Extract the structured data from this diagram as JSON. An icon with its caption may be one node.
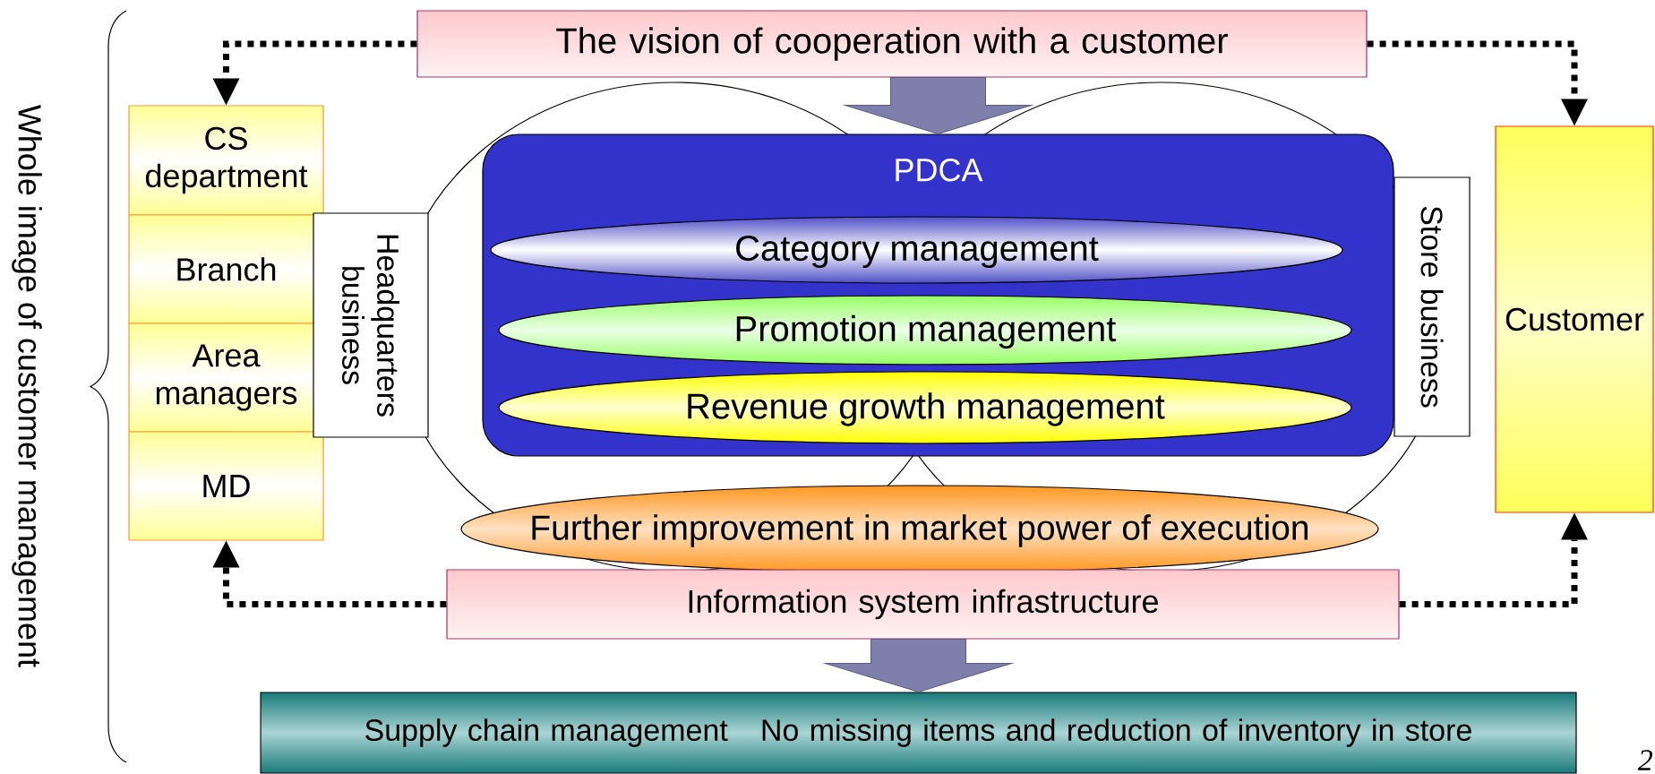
{
  "diagram": {
    "nodes": [
      {
        "text": [
          "The vision of cooperation with a customer"
        ]
      },
      {
        "text": [
          "CS department"
        ]
      },
      {
        "text": [
          "Branch"
        ]
      },
      {
        "text": [
          "Area managers"
        ]
      },
      {
        "text": [
          "MD"
        ]
      },
      {
        "text": [
          "Headquarters business"
        ]
      },
      {
        "text": [
          "PDCA"
        ]
      },
      {
        "text": [
          "Category management"
        ],
        "in": 6
      },
      {
        "text": [
          "Promotion management"
        ],
        "in": 6
      },
      {
        "text": [
          "Revenue growth management"
        ],
        "in": 6
      },
      {
        "text": [
          "Store business"
        ]
      },
      {
        "text": [
          "Customer"
        ]
      },
      {
        "text": [
          "Further improvement in market power of execution"
        ]
      },
      {
        "text": [
          "Information system infrastructure"
        ]
      },
      {
        "text": [
          "Supply chain management",
          "No missing items and reduction of inventory in store"
        ]
      }
    ],
    "edges": [
      {
        "from": 0,
        "to": 1,
        "arrow": "to",
        "style": "dashed"
      },
      {
        "from": 0,
        "to": 11,
        "arrow": "to",
        "style": "dashed"
      },
      {
        "from": 13,
        "to": 4,
        "arrow": "to",
        "style": "dashed"
      },
      {
        "from": 13,
        "to": 11,
        "arrow": "to",
        "style": "dashed"
      },
      {
        "from": 0,
        "to": 6,
        "arrow": "to",
        "style": "thick",
        "color": "#7f7fab"
      },
      {
        "from": 13,
        "to": 14,
        "arrow": "to",
        "style": "thick",
        "color": "#7f7fab"
      }
    ],
    "labels": [
      "Whole image of customer management",
      "2"
    ]
  }
}
